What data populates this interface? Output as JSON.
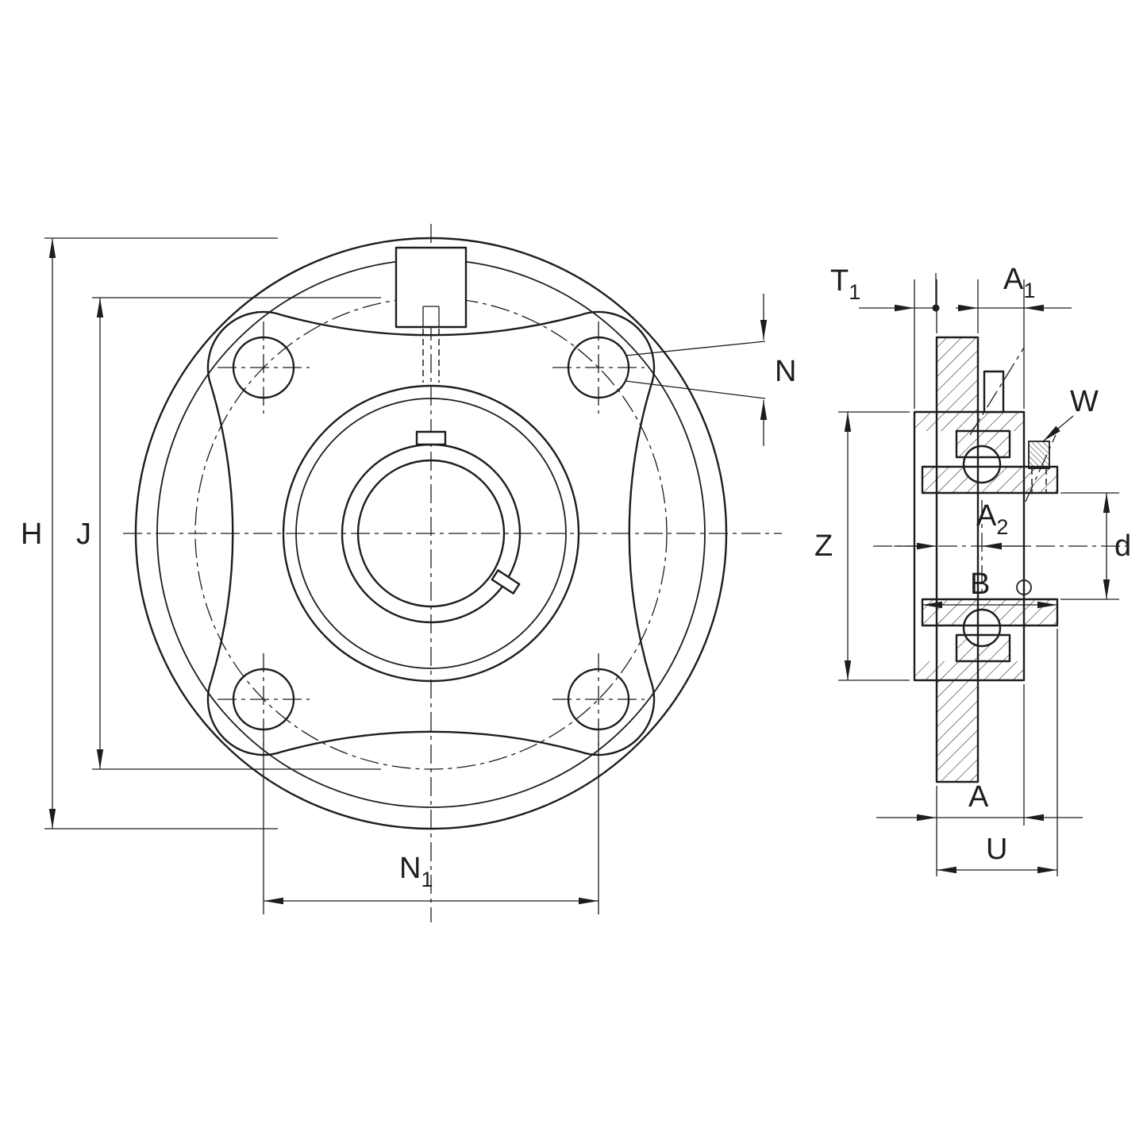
{
  "colors": {
    "line": "#1d1d1b",
    "background": "#ffffff"
  },
  "front_view": {
    "labels": {
      "H": "H",
      "J": "J",
      "N": "N",
      "N1": {
        "base": "N",
        "sub": "1"
      }
    }
  },
  "side_view": {
    "labels": {
      "T1": {
        "base": "T",
        "sub": "1"
      },
      "A1": {
        "base": "A",
        "sub": "1"
      },
      "A2": {
        "base": "A",
        "sub": "2"
      },
      "W": "W",
      "Z": "Z",
      "d": "d",
      "B": "B",
      "A": "A",
      "U": "U"
    }
  }
}
